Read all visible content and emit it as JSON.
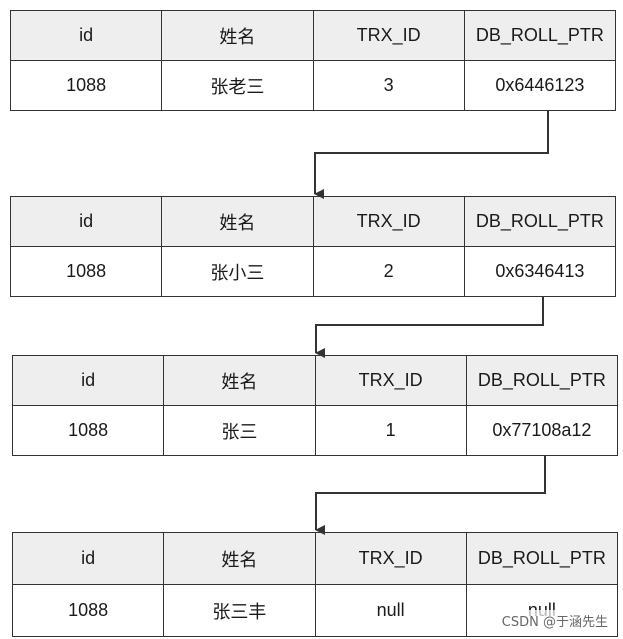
{
  "headers": [
    "id",
    "姓名",
    "TRX_ID",
    "DB_ROLL_PTR"
  ],
  "records": [
    {
      "id": "1088",
      "name": "张老三",
      "trx_id": "3",
      "roll_ptr": "0x6446123"
    },
    {
      "id": "1088",
      "name": "张小三",
      "trx_id": "2",
      "roll_ptr": "0x6346413"
    },
    {
      "id": "1088",
      "name": "张三",
      "trx_id": "1",
      "roll_ptr": "0x77108a12"
    },
    {
      "id": "1088",
      "name": "张三丰",
      "trx_id": "null",
      "roll_ptr": "null"
    }
  ],
  "watermark": "CSDN @于涵先生"
}
